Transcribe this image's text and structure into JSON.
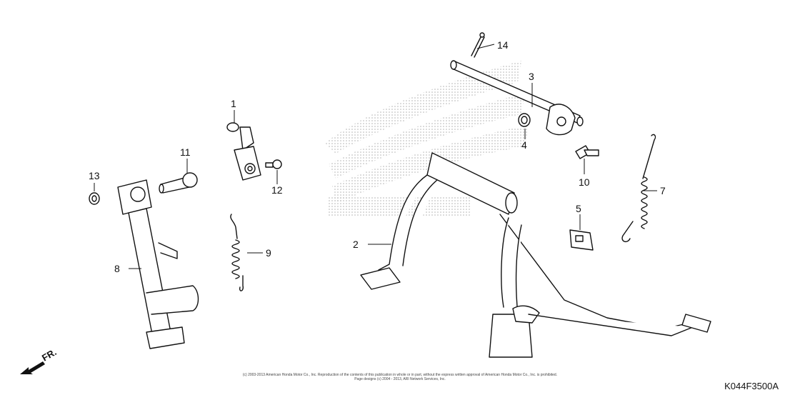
{
  "diagram_code": "K044F3500A",
  "direction_label": "FR.",
  "copyright": {
    "line1": "(c) 2003-2013 American Honda Motor Co., Inc. Reproduction of the contents of this publication in whole or in part, without the express written approval of American Honda Motor Co., Inc. is prohibited.",
    "line2": "Page designs (c) 2004 - 2013, ARI Network Services, Inc."
  },
  "watermark": "HONDA",
  "callouts": [
    {
      "id": "1",
      "label": "1"
    },
    {
      "id": "2",
      "label": "2"
    },
    {
      "id": "3",
      "label": "3"
    },
    {
      "id": "4",
      "label": "4"
    },
    {
      "id": "5",
      "label": "5"
    },
    {
      "id": "7",
      "label": "7"
    },
    {
      "id": "8",
      "label": "8"
    },
    {
      "id": "9",
      "label": "9"
    },
    {
      "id": "10",
      "label": "10"
    },
    {
      "id": "11",
      "label": "11"
    },
    {
      "id": "12",
      "label": "12"
    },
    {
      "id": "13",
      "label": "13"
    },
    {
      "id": "14",
      "label": "14"
    }
  ]
}
